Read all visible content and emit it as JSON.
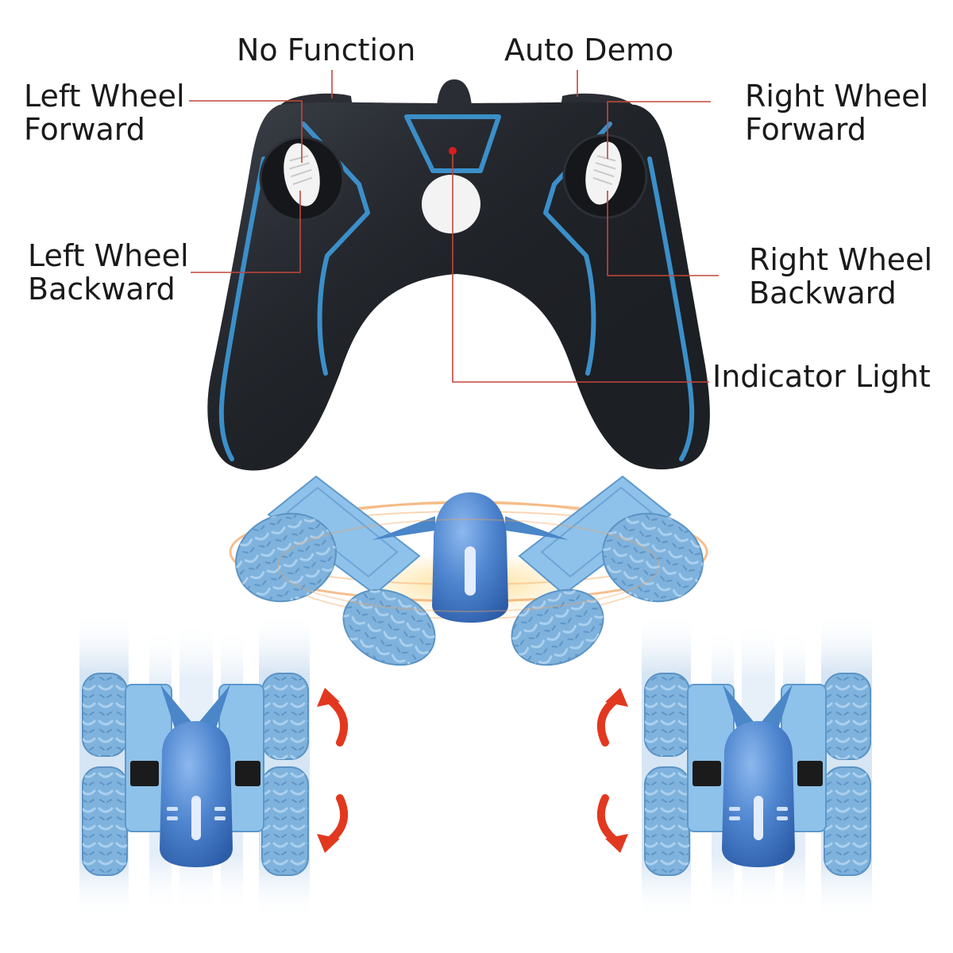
{
  "labels": {
    "no_function": "No Function",
    "auto_demo": "Auto Demo",
    "left_wheel_forward": [
      "Left Wheel",
      "Forward"
    ],
    "right_wheel_forward": [
      "Right Wheel",
      "Forward"
    ],
    "left_wheel_backward": [
      "Left Wheel",
      "Backward"
    ],
    "right_wheel_backward": [
      "Right Wheel",
      "Backward"
    ],
    "indicator_light": "Indicator Light"
  },
  "colors": {
    "background": "#ffffff",
    "text": "#1a1a1a",
    "leader_line": "#c4473a",
    "controller_body": "#1d2025",
    "controller_accent": "#3b8fc9",
    "joystick": "#f3f3f3",
    "indicator_led": "#d81e1e",
    "car_blue": "#4a86c8",
    "arrow": "#e2381f"
  }
}
